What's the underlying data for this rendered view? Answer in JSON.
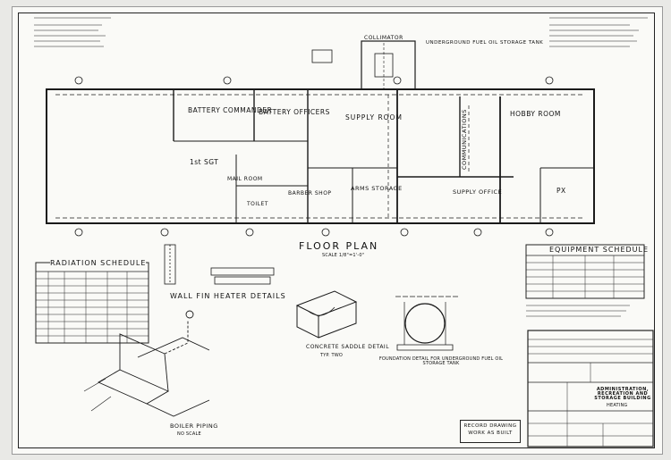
{
  "rooms": {
    "battery_commander": "BATTERY COMMANDER",
    "battery_officers": "BATTERY OFFICERS",
    "supply_room": "SUPPLY ROOM",
    "communications": "COMMUNICATIONS",
    "hobby_room": "HOBBY ROOM",
    "first_sgt": "1st SGT",
    "mail_room": "MAIL ROOM",
    "toilet": "TOILET",
    "barber_shop": "BARBER SHOP",
    "arms_storage": "ARMS STORAGE",
    "supply_office": "SUPPLY OFFICE",
    "px": "PX"
  },
  "plan": {
    "title": "FLOOR PLAN",
    "scale": "SCALE 1/8\"=1'-0\"",
    "collimator": "COLLIMATOR",
    "fuel_tank_note": "UNDERGROUND FUEL OIL STORAGE TANK"
  },
  "schedules": {
    "radiation_title": "RADIATION SCHEDULE",
    "equipment_title": "EQUIPMENT SCHEDULE"
  },
  "details": {
    "wall_fin": "WALL FIN HEATER DETAILS",
    "concrete_saddle": "CONCRETE SADDLE DETAIL",
    "concrete_saddle_sub": "TYP. TWO",
    "foundation": "FOUNDATION DETAIL FOR UNDERGROUND FUEL OIL STORAGE TANK",
    "boiler": "BOILER PIPING",
    "boiler_scale": "NO SCALE"
  },
  "title_block": {
    "project_line": "ADMINISTRATION, RECREATION AND STORAGE BUILDING",
    "sheet_type": "HEATING"
  },
  "stamp": {
    "line1": "RECORD DRAWING",
    "line2": "WORK AS BUILT"
  }
}
